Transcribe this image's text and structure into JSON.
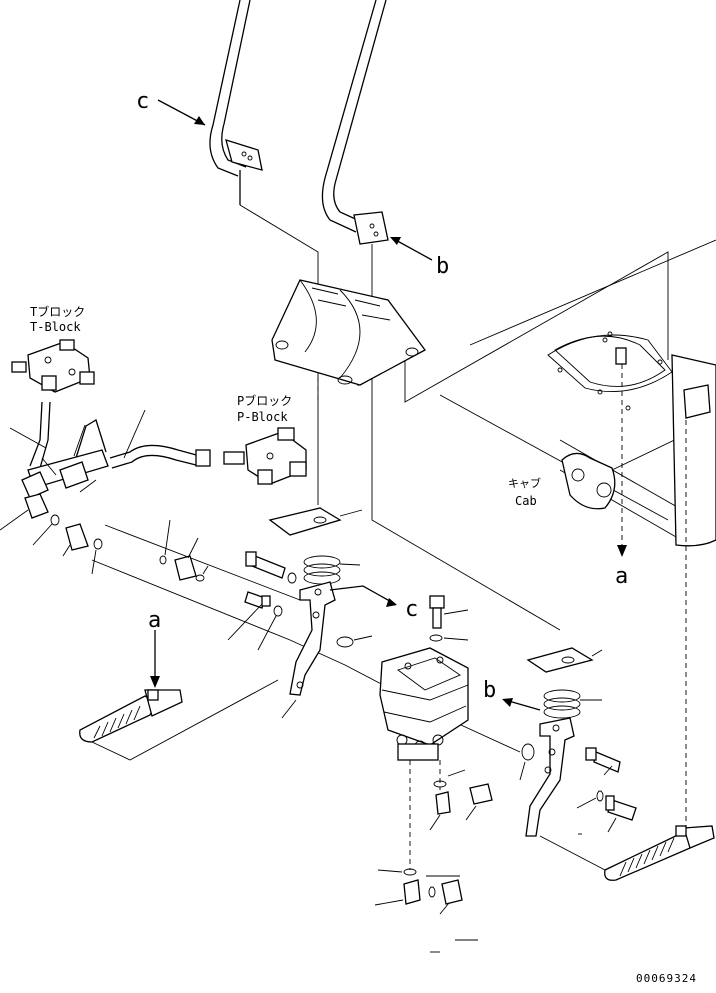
{
  "labels": {
    "t_block_jp": "Tブロック",
    "t_block_en": "T-Block",
    "p_block_jp": "Pブロック",
    "p_block_en": "P-Block",
    "cab_jp": "キャブ",
    "cab_en": "Cab",
    "ref_c": "c",
    "ref_b": "b",
    "ref_a": "a"
  },
  "drawing_number": "00069324"
}
